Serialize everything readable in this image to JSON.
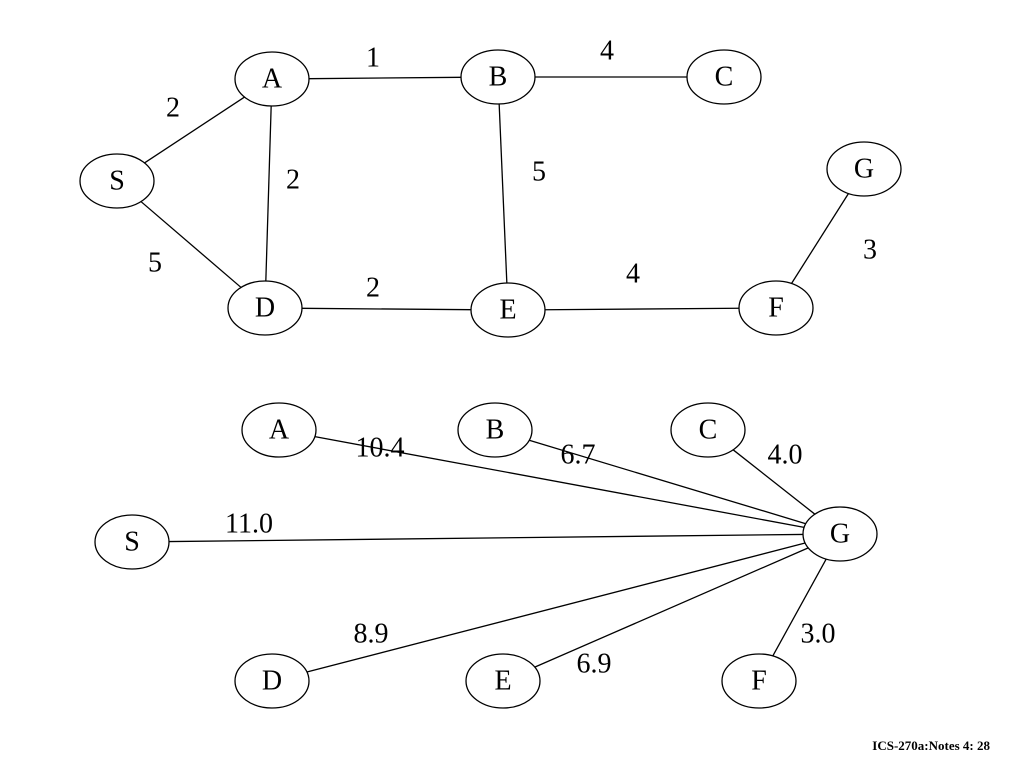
{
  "graph_top": {
    "nodes": [
      {
        "id": "S",
        "label": "S"
      },
      {
        "id": "A",
        "label": "A"
      },
      {
        "id": "B",
        "label": "B"
      },
      {
        "id": "C",
        "label": "C"
      },
      {
        "id": "D",
        "label": "D"
      },
      {
        "id": "E",
        "label": "E"
      },
      {
        "id": "F",
        "label": "F"
      },
      {
        "id": "G",
        "label": "G"
      }
    ],
    "edges": [
      {
        "from": "S",
        "to": "A",
        "weight": "2"
      },
      {
        "from": "A",
        "to": "B",
        "weight": "1"
      },
      {
        "from": "B",
        "to": "C",
        "weight": "4"
      },
      {
        "from": "A",
        "to": "D",
        "weight": "2"
      },
      {
        "from": "S",
        "to": "D",
        "weight": "5"
      },
      {
        "from": "B",
        "to": "E",
        "weight": "5"
      },
      {
        "from": "D",
        "to": "E",
        "weight": "2"
      },
      {
        "from": "E",
        "to": "F",
        "weight": "4"
      },
      {
        "from": "F",
        "to": "G",
        "weight": "3"
      }
    ]
  },
  "graph_bottom": {
    "nodes": [
      {
        "id": "A",
        "label": "A"
      },
      {
        "id": "B",
        "label": "B"
      },
      {
        "id": "C",
        "label": "C"
      },
      {
        "id": "S",
        "label": "S"
      },
      {
        "id": "G",
        "label": "G"
      },
      {
        "id": "D",
        "label": "D"
      },
      {
        "id": "E",
        "label": "E"
      },
      {
        "id": "F",
        "label": "F"
      }
    ],
    "edges": [
      {
        "from": "A",
        "to": "G",
        "weight": "10.4"
      },
      {
        "from": "B",
        "to": "G",
        "weight": "6.7"
      },
      {
        "from": "C",
        "to": "G",
        "weight": "4.0"
      },
      {
        "from": "S",
        "to": "G",
        "weight": "11.0"
      },
      {
        "from": "D",
        "to": "G",
        "weight": "8.9"
      },
      {
        "from": "E",
        "to": "G",
        "weight": "6.9"
      },
      {
        "from": "F",
        "to": "G",
        "weight": "3.0"
      }
    ]
  },
  "footer": "ICS-270a:Notes 4: 28"
}
